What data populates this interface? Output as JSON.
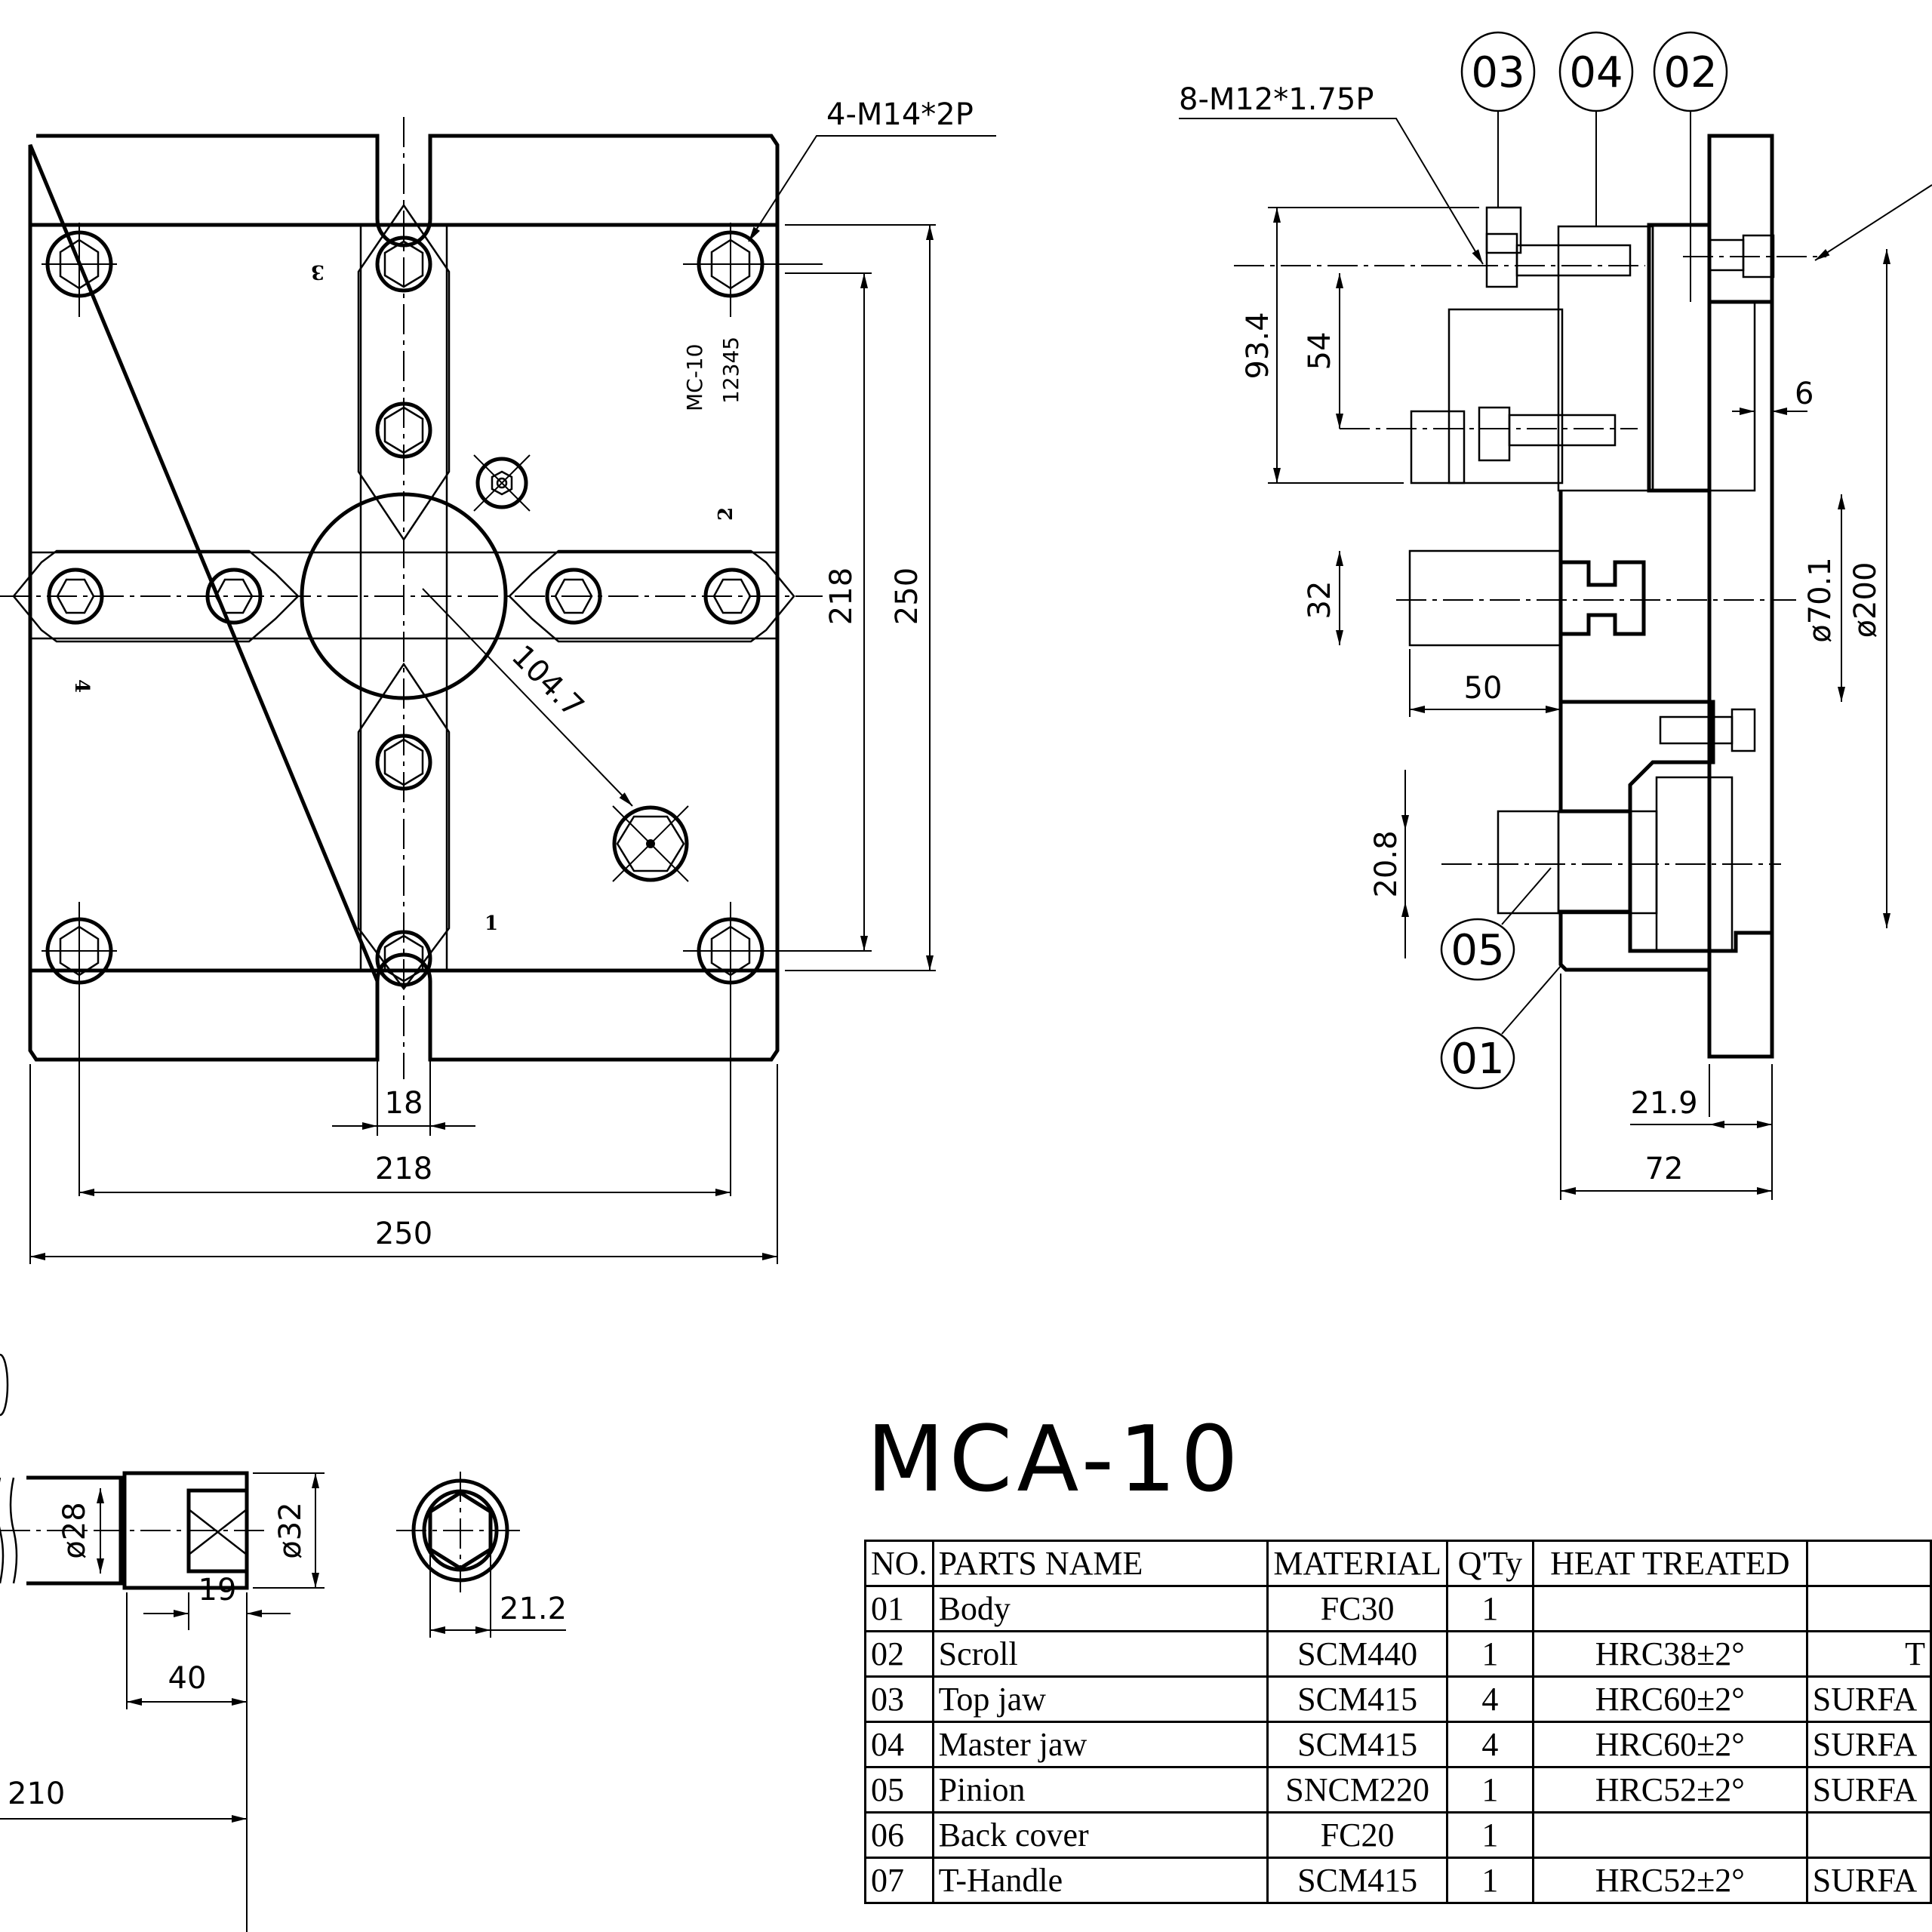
{
  "title": "MCA-10",
  "front_view": {
    "callout_thread": "4-M14*2P",
    "engraving_model": "MC-10",
    "engraving_serial": "12345",
    "jaw_marks": [
      "1",
      "2",
      "3",
      "4"
    ],
    "dim_slot_width": "18",
    "dim_bolt_pitch_h": "218",
    "dim_overall_h": "250",
    "dim_bolt_pitch_v": "218",
    "dim_overall_v": "250",
    "dim_radius_pinion": "104.7"
  },
  "section_view": {
    "callout_thread": "8-M12*1.75P",
    "balloons_top": [
      "03",
      "04",
      "02"
    ],
    "balloons_bottom": [
      "05",
      "01"
    ],
    "dim_jaw_height": "93.4",
    "dim_jaw_bolt_pitch": "54",
    "dim_cover_thickness": "6",
    "dim_jaw_slot": "32",
    "dim_jaw_reach": "50",
    "dim_bore": "ø70.1",
    "dim_spigot": "ø200",
    "dim_pinion_dia": "20.8",
    "dim_flange": "21.9",
    "dim_overall_height": "72"
  },
  "handle_view": {
    "dim_shaft": "ø28",
    "dim_socket": "ø32",
    "dim_hex_depth": "19",
    "dim_socket_len": "40",
    "dim_total_len": "210",
    "dim_hex_across": "21.2"
  },
  "bom": {
    "headers": [
      "NO.",
      "PARTS NAME",
      "MATERIAL",
      "Q'Ty",
      "HEAT TREATED",
      ""
    ],
    "rows": [
      {
        "no": "01",
        "name": "Body",
        "material": "FC30",
        "qty": "1",
        "heat": "",
        "remark": ""
      },
      {
        "no": "02",
        "name": "Scroll",
        "material": "SCM440",
        "qty": "1",
        "heat": "HRC38±2°",
        "remark": "T"
      },
      {
        "no": "03",
        "name": "Top jaw",
        "material": "SCM415",
        "qty": "4",
        "heat": "HRC60±2°",
        "remark": "SURFA"
      },
      {
        "no": "04",
        "name": "Master jaw",
        "material": "SCM415",
        "qty": "4",
        "heat": "HRC60±2°",
        "remark": "SURFA"
      },
      {
        "no": "05",
        "name": "Pinion",
        "material": "SNCM220",
        "qty": "1",
        "heat": "HRC52±2°",
        "remark": "SURFA"
      },
      {
        "no": "06",
        "name": "Back cover",
        "material": "FC20",
        "qty": "1",
        "heat": "",
        "remark": ""
      },
      {
        "no": "07",
        "name": "T-Handle",
        "material": "SCM415",
        "qty": "1",
        "heat": "HRC52±2°",
        "remark": "SURFA"
      }
    ]
  }
}
